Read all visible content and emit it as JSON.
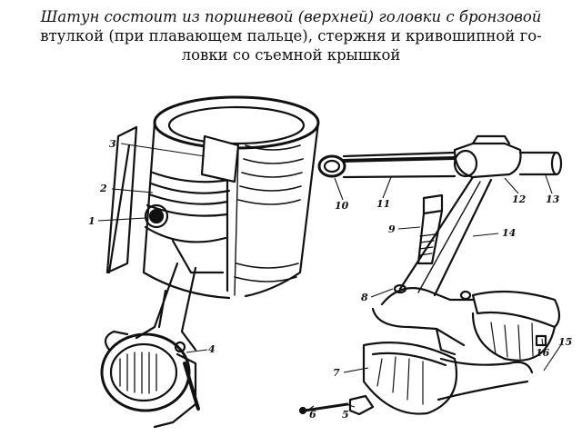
{
  "caption": {
    "line1_italic": "Шатун состоит из поршневой (верхней) головки с бронзовой",
    "line2": "втулкой (при плавающем пальце), стержня и кривошипной го-",
    "line3": "ловки со съемной крышкой"
  },
  "callouts": [
    "1",
    "2",
    "3",
    "4",
    "5",
    "6",
    "7",
    "8",
    "9",
    "10",
    "11",
    "12",
    "13",
    "14",
    "15",
    "16"
  ]
}
